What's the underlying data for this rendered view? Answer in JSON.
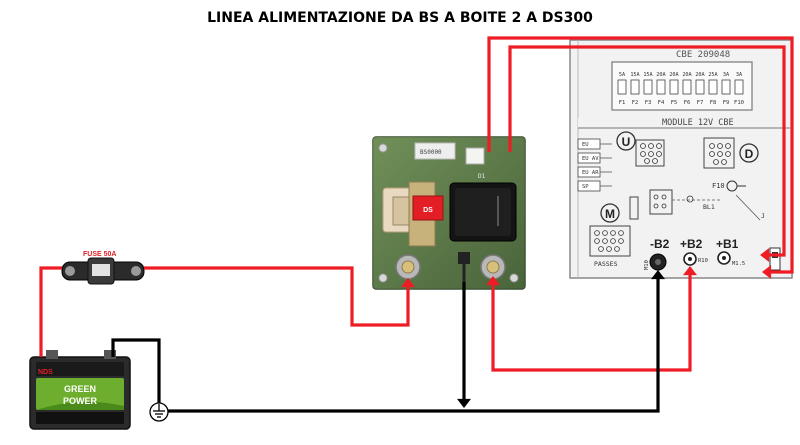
{
  "title": "LINEA ALIMENTAZIONE DA BS A BOITE 2 A DS300",
  "fuse": {
    "label": "FUSE 50A"
  },
  "battery": {
    "brand": "NDS",
    "line1": "GREEN",
    "line2": "POWER"
  },
  "board": {
    "fuse_label": "DS",
    "top_label": "D1",
    "code": "BS0000"
  },
  "cbe": {
    "header": "CBE 209048",
    "amps": [
      "5A",
      "15A",
      "15A",
      "20A",
      "20A",
      "20A",
      "20A",
      "25A",
      "3A",
      "3A"
    ],
    "fuses": [
      "F1",
      "F2",
      "F3",
      "F4",
      "F5",
      "F6",
      "F7",
      "F8",
      "F9",
      "F10"
    ],
    "module": "MODULE 12V CBE",
    "side_labels": [
      "EU",
      "EU AV",
      "EU AR",
      "SP"
    ],
    "circle_U": "U",
    "circle_D": "D",
    "circle_M": "M",
    "terminals": [
      "-B2",
      "+B2",
      "+B1"
    ],
    "small": {
      "f10": "F10",
      "bl1": "BL1",
      "m10": "M10",
      "r10": "R10",
      "m15": "M1.5",
      "passes": "PASSES",
      "j": "J"
    }
  },
  "colors": {
    "power": "#ee1c24",
    "ground": "#000000"
  }
}
